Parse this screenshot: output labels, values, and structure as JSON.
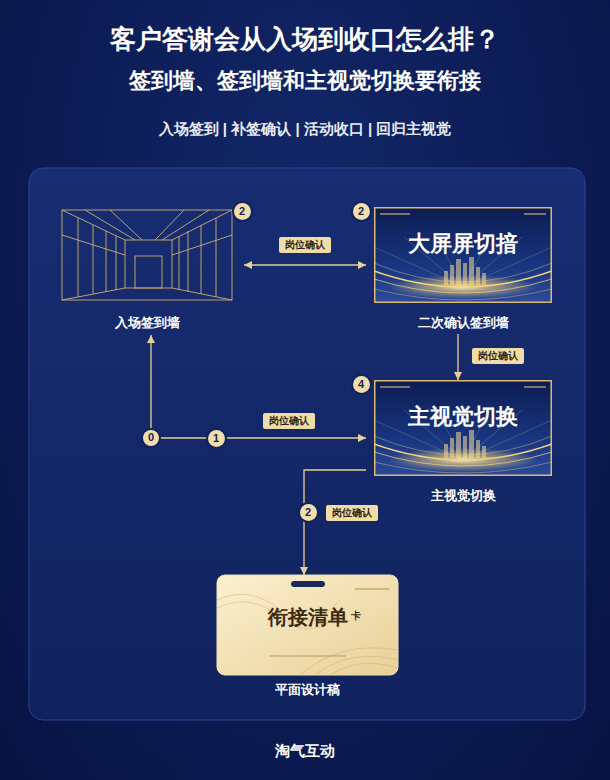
{
  "diagram": {
    "title": "客户答谢会从入场到收口怎么排？",
    "nodes": [
      {
        "text": [
          "入场签到墙"
        ]
      },
      {
        "text": [
          "大屏屏切揞",
          "二次确认签到墙"
        ]
      },
      {
        "text": [
          "主视觉切换",
          "主视觉切换"
        ]
      },
      {
        "text": [
          "0"
        ]
      },
      {
        "text": [
          "衔接清单",
          "平面设计稿"
        ]
      }
    ],
    "edges": [
      {
        "from": 0,
        "to": 1,
        "label": "岗位确认",
        "arrow": "both"
      },
      {
        "from": 1,
        "to": 2,
        "label": "岗位确认",
        "arrow": "to"
      },
      {
        "from": 3,
        "to": 0,
        "arrow": "to"
      },
      {
        "from": 3,
        "to": 2,
        "label": "岗位确认",
        "arrow": "to"
      },
      {
        "from": 2,
        "to": 4,
        "label": "岗位确认",
        "arrow": "to"
      }
    ],
    "labels": [
      "签到墙、签到墙和主视觉切换要衔接",
      "入场签到 | 补签确认 | 活动收口 | 回归主视觉",
      "2",
      "2",
      "4",
      "1",
      "2",
      "卡",
      "淘气互动"
    ]
  }
}
